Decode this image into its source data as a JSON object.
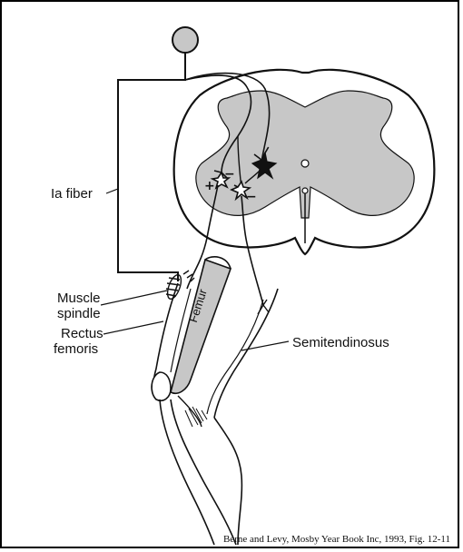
{
  "labels": {
    "ia_fiber": "Ia fiber",
    "muscle_spindle_line1": "Muscle",
    "muscle_spindle_line2": "spindle",
    "rectus_line1": "Rectus",
    "rectus_line2": "femoris",
    "femur": "Femur",
    "semitendinosus": "Semitendinosus"
  },
  "signs": {
    "plus": "+",
    "minus_left": "−",
    "minus_right": "−",
    "minus_top": "−"
  },
  "caption": "Berne and Levy, Mosby Year Book Inc, 1993, Fig. 12-11",
  "colors": {
    "gray_matter": "#c7c7c7",
    "ink": "#111111",
    "paper": "#ffffff"
  }
}
